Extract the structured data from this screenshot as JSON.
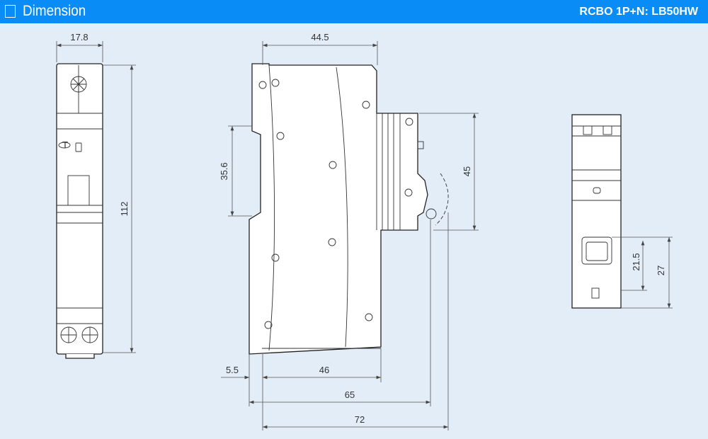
{
  "header": {
    "title": "Dimension",
    "model": "RCBO 1P+N: LB50HW",
    "background": "#0a8cf7"
  },
  "dimensions": {
    "front_width": "17.8",
    "front_height": "112",
    "side_top_width": "44.5",
    "din_rail": "35.6",
    "side_front_height": "45",
    "rail_offset": "5.5",
    "body_depth": "46",
    "depth_65": "65",
    "total_depth": "72",
    "terminal_21_5": "21.5",
    "terminal_27": "27"
  },
  "front_icon_letter": "T"
}
